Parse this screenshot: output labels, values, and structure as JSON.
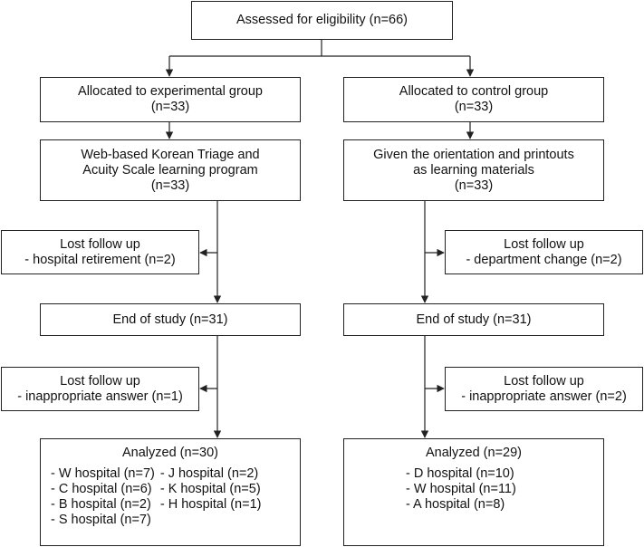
{
  "assessed": {
    "text": "Assessed for eligibility (n=66)"
  },
  "exp_alloc": {
    "line1": "Allocated to experimental group",
    "line2": "(n=33)"
  },
  "ctrl_alloc": {
    "line1": "Allocated to control group",
    "line2": "(n=33)"
  },
  "exp_program": {
    "line1": "Web-based Korean Triage and",
    "line2": "Acuity Scale learning program",
    "line3": "(n=33)"
  },
  "ctrl_program": {
    "line1": "Given the orientation and printouts",
    "line2": "as learning materials",
    "line3": "(n=33)"
  },
  "exp_lost1": {
    "line1": "Lost follow up",
    "line2": "- hospital retirement (n=2)"
  },
  "ctrl_lost1": {
    "line1": "Lost follow up",
    "line2": "- department change (n=2)"
  },
  "exp_end": {
    "text": "End of study (n=31)"
  },
  "ctrl_end": {
    "text": "End of study (n=31)"
  },
  "exp_lost2": {
    "line1": "Lost follow up",
    "line2": "- inappropriate answer (n=1)"
  },
  "ctrl_lost2": {
    "line1": "Lost follow up",
    "line2": "- inappropriate answer (n=2)"
  },
  "exp_analyzed": {
    "title": "Analyzed (n=30)",
    "col1": [
      "- W hospital (n=7)",
      "- C hospital (n=6)",
      "- B hospital (n=2)",
      "- S hospital (n=7)"
    ],
    "col2": [
      "- J hospital (n=2)",
      "- K hospital (n=5)",
      "- H hospital (n=1)"
    ]
  },
  "ctrl_analyzed": {
    "title": "Analyzed (n=29)",
    "items": [
      "- D hospital (n=10)",
      "- W hospital (n=11)",
      "- A hospital (n=8)"
    ]
  }
}
